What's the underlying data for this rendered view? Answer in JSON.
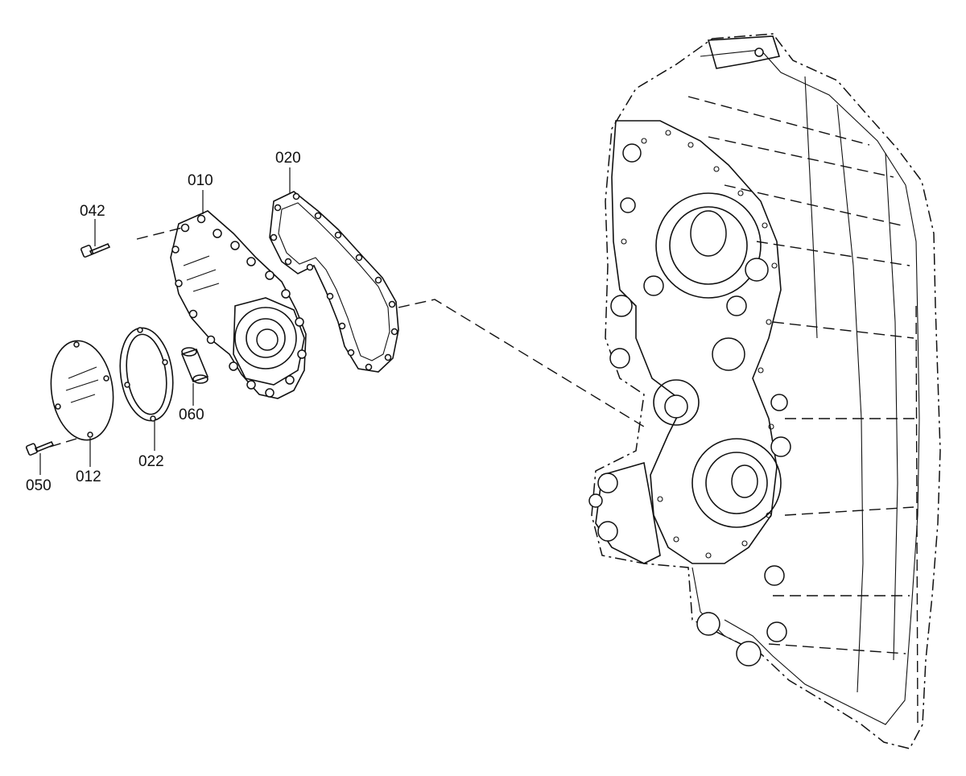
{
  "parts": [
    {
      "id": "housing-cover",
      "label": "010"
    },
    {
      "id": "cover-plate",
      "label": "012"
    },
    {
      "id": "gasket",
      "label": "020"
    },
    {
      "id": "ring-gasket",
      "label": "022"
    },
    {
      "id": "screw-upper",
      "label": "042"
    },
    {
      "id": "screw-lower",
      "label": "050"
    },
    {
      "id": "bushing",
      "label": "060"
    }
  ],
  "colors": {
    "ink": "#111111",
    "paper": "#ffffff"
  }
}
